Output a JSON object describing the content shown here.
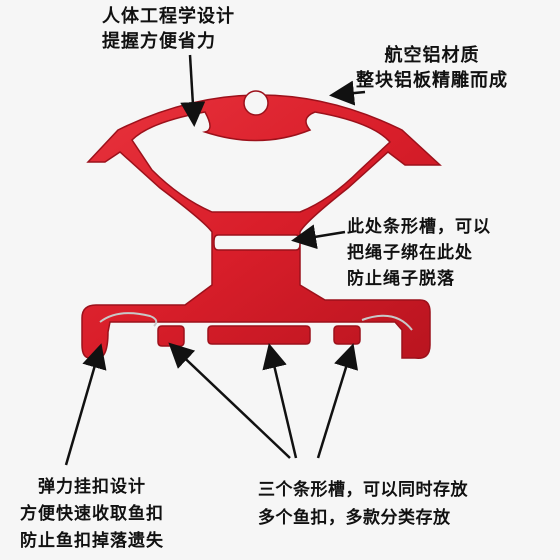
{
  "annotations": {
    "ergonomic": {
      "line1": "人体工程学设计",
      "line2": "提握方便省力"
    },
    "material": {
      "line1": "航空铝材质",
      "line2": "整块铝板精雕而成"
    },
    "strip_slot": {
      "line1": "此处条形槽，可以",
      "line2": "把绳子绑在此处",
      "line3": "防止绳子脱落"
    },
    "spring_clip": {
      "line1": "弹力挂扣设计",
      "line2": "方便快速收取鱼扣",
      "line3": "防止鱼扣掉落遗失"
    },
    "three_slots": {
      "line1": "三个条形槽，可以同时存放",
      "line2": "多个鱼扣，多款分类存放"
    }
  },
  "colors": {
    "product_red": "#d91e2a",
    "product_dark": "#a81420",
    "background": "#f6f6f6",
    "text": "#111111"
  }
}
